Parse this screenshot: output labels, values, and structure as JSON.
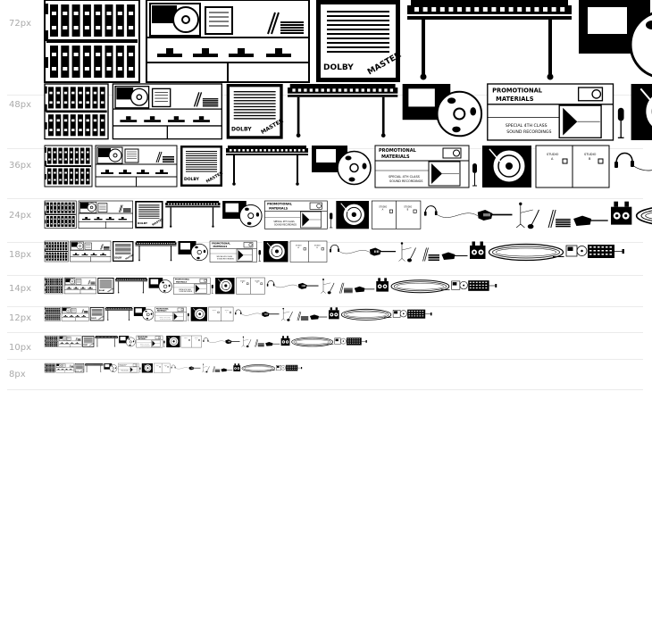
{
  "size_labels": [
    "72px",
    "48px",
    "36px",
    "24px",
    "18px",
    "14px",
    "12px",
    "10px",
    "8px"
  ],
  "glyph_texts": {
    "dolby": "DOLBY",
    "master": "MASTER",
    "promo_title_1": "PROMOTIONAL",
    "promo_title_2": "MATERIALS",
    "promo_sub_1": "SPECIAL 4TH CLASS",
    "promo_sub_2": "SOUND RECORDINGS",
    "studio": "STUDIO",
    "studio_letter": "A",
    "studio_b": "STUDIO",
    "studio_b_letter": "B"
  },
  "colors": {
    "ink": "#000000",
    "paper": "#ffffff",
    "label": "#aaaaaa",
    "rule": "#ebebeb"
  }
}
